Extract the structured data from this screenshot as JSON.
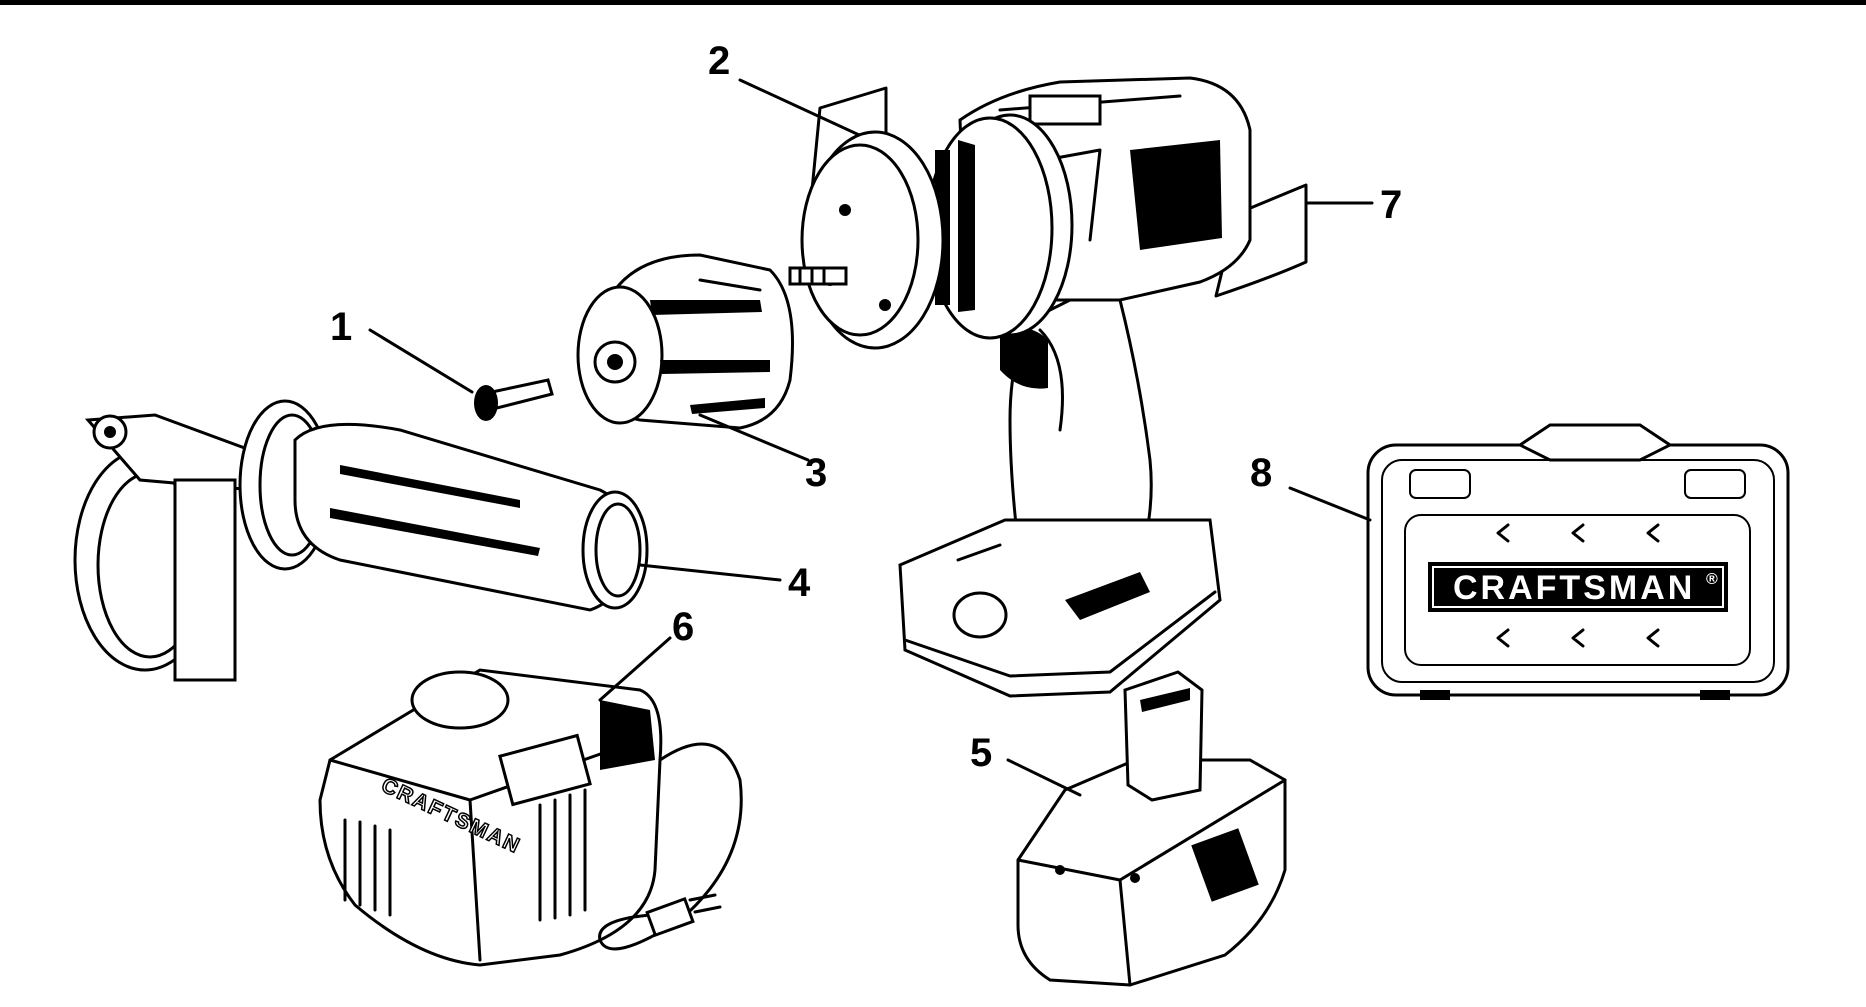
{
  "callouts": {
    "c1": "1",
    "c2": "2",
    "c3": "3",
    "c4": "4",
    "c5": "5",
    "c6": "6",
    "c7": "7",
    "c8": "8"
  },
  "brand": {
    "case_logo": "CRAFTSMAN",
    "registered": "®",
    "charger_logo": "CRAFTSMAN"
  },
  "colors": {
    "ink": "#000000",
    "paper": "#ffffff"
  }
}
